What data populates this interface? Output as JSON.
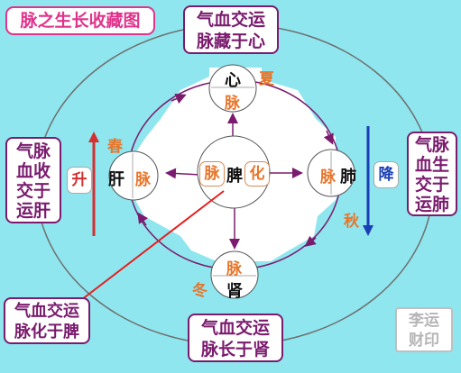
{
  "title": "脉之生长收藏图",
  "top_note": [
    "气血交运",
    "脉藏于心"
  ],
  "left_note": [
    "气脉",
    "血收",
    "交于",
    "运肝"
  ],
  "right_note": [
    "气脉",
    "血生",
    "交于",
    "运肺"
  ],
  "bottom_note": [
    "气血交运",
    "脉长于肾"
  ],
  "center_note": [
    "气血交运",
    "脉化于脾"
  ],
  "seal": [
    "李运",
    "财印"
  ],
  "organs": {
    "heart": "心",
    "liver": "肝",
    "spleen": "脾",
    "lung": "肺",
    "kidney": "肾"
  },
  "mai_label": "脉",
  "hua_label": "化",
  "seasons": {
    "summer": "夏",
    "spring": "春",
    "autumn": "秋",
    "winter": "冬"
  },
  "rise_label": "升",
  "fall_label": "降",
  "colors": {
    "background": "#8fe6ee",
    "outline_purple": "#7a1b6e",
    "title_pink": "#e0338c",
    "season_orange": "#e8752a",
    "rise_red": "#d62f2f",
    "fall_blue": "#1a3fb5"
  }
}
